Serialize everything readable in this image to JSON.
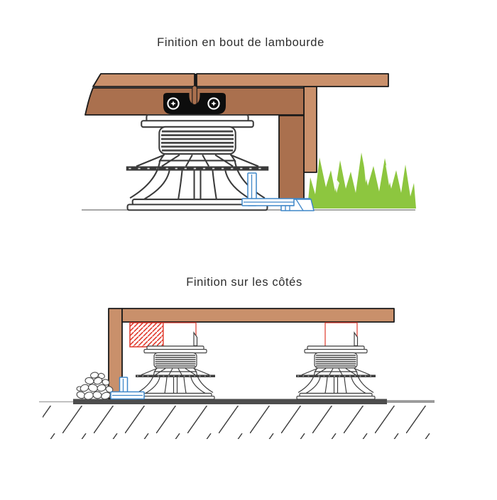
{
  "diagrams": [
    {
      "id": "end-of-joist",
      "title": "Finition en bout de lambourde"
    },
    {
      "id": "sides",
      "title": "Finition sur les côtés"
    }
  ],
  "colors": {
    "wood_light": "#C9906B",
    "wood_dark": "#AA704E",
    "outline": "#1A1A1A",
    "clip_black": "#0D0D0D",
    "grass_green": "#8DC63F",
    "clip_blue": "#3F87C9",
    "hatch_red": "#E0392B",
    "ground_dark": "#4D4D4D",
    "ground_light": "#9A9A9A",
    "line_gray": "#3A3A3A",
    "text": "#2D2D2D"
  }
}
